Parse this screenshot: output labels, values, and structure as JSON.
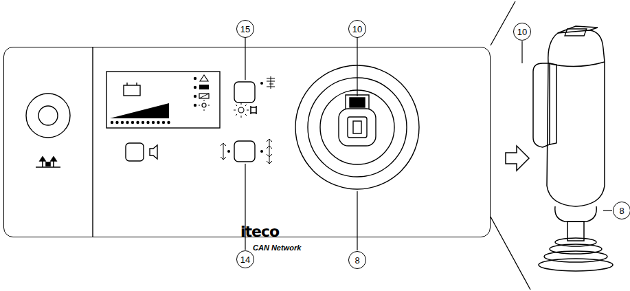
{
  "diagram": {
    "nodes": [
      {
        "text": [
          "15"
        ]
      },
      {
        "text": [
          "10"
        ]
      },
      {
        "text": [
          "10"
        ]
      },
      {
        "text": [
          "iteco",
          "CAN Network"
        ]
      },
      {
        "text": [
          "8"
        ]
      },
      {
        "text": [
          "14"
        ]
      },
      {
        "text": [
          "8"
        ]
      }
    ]
  }
}
